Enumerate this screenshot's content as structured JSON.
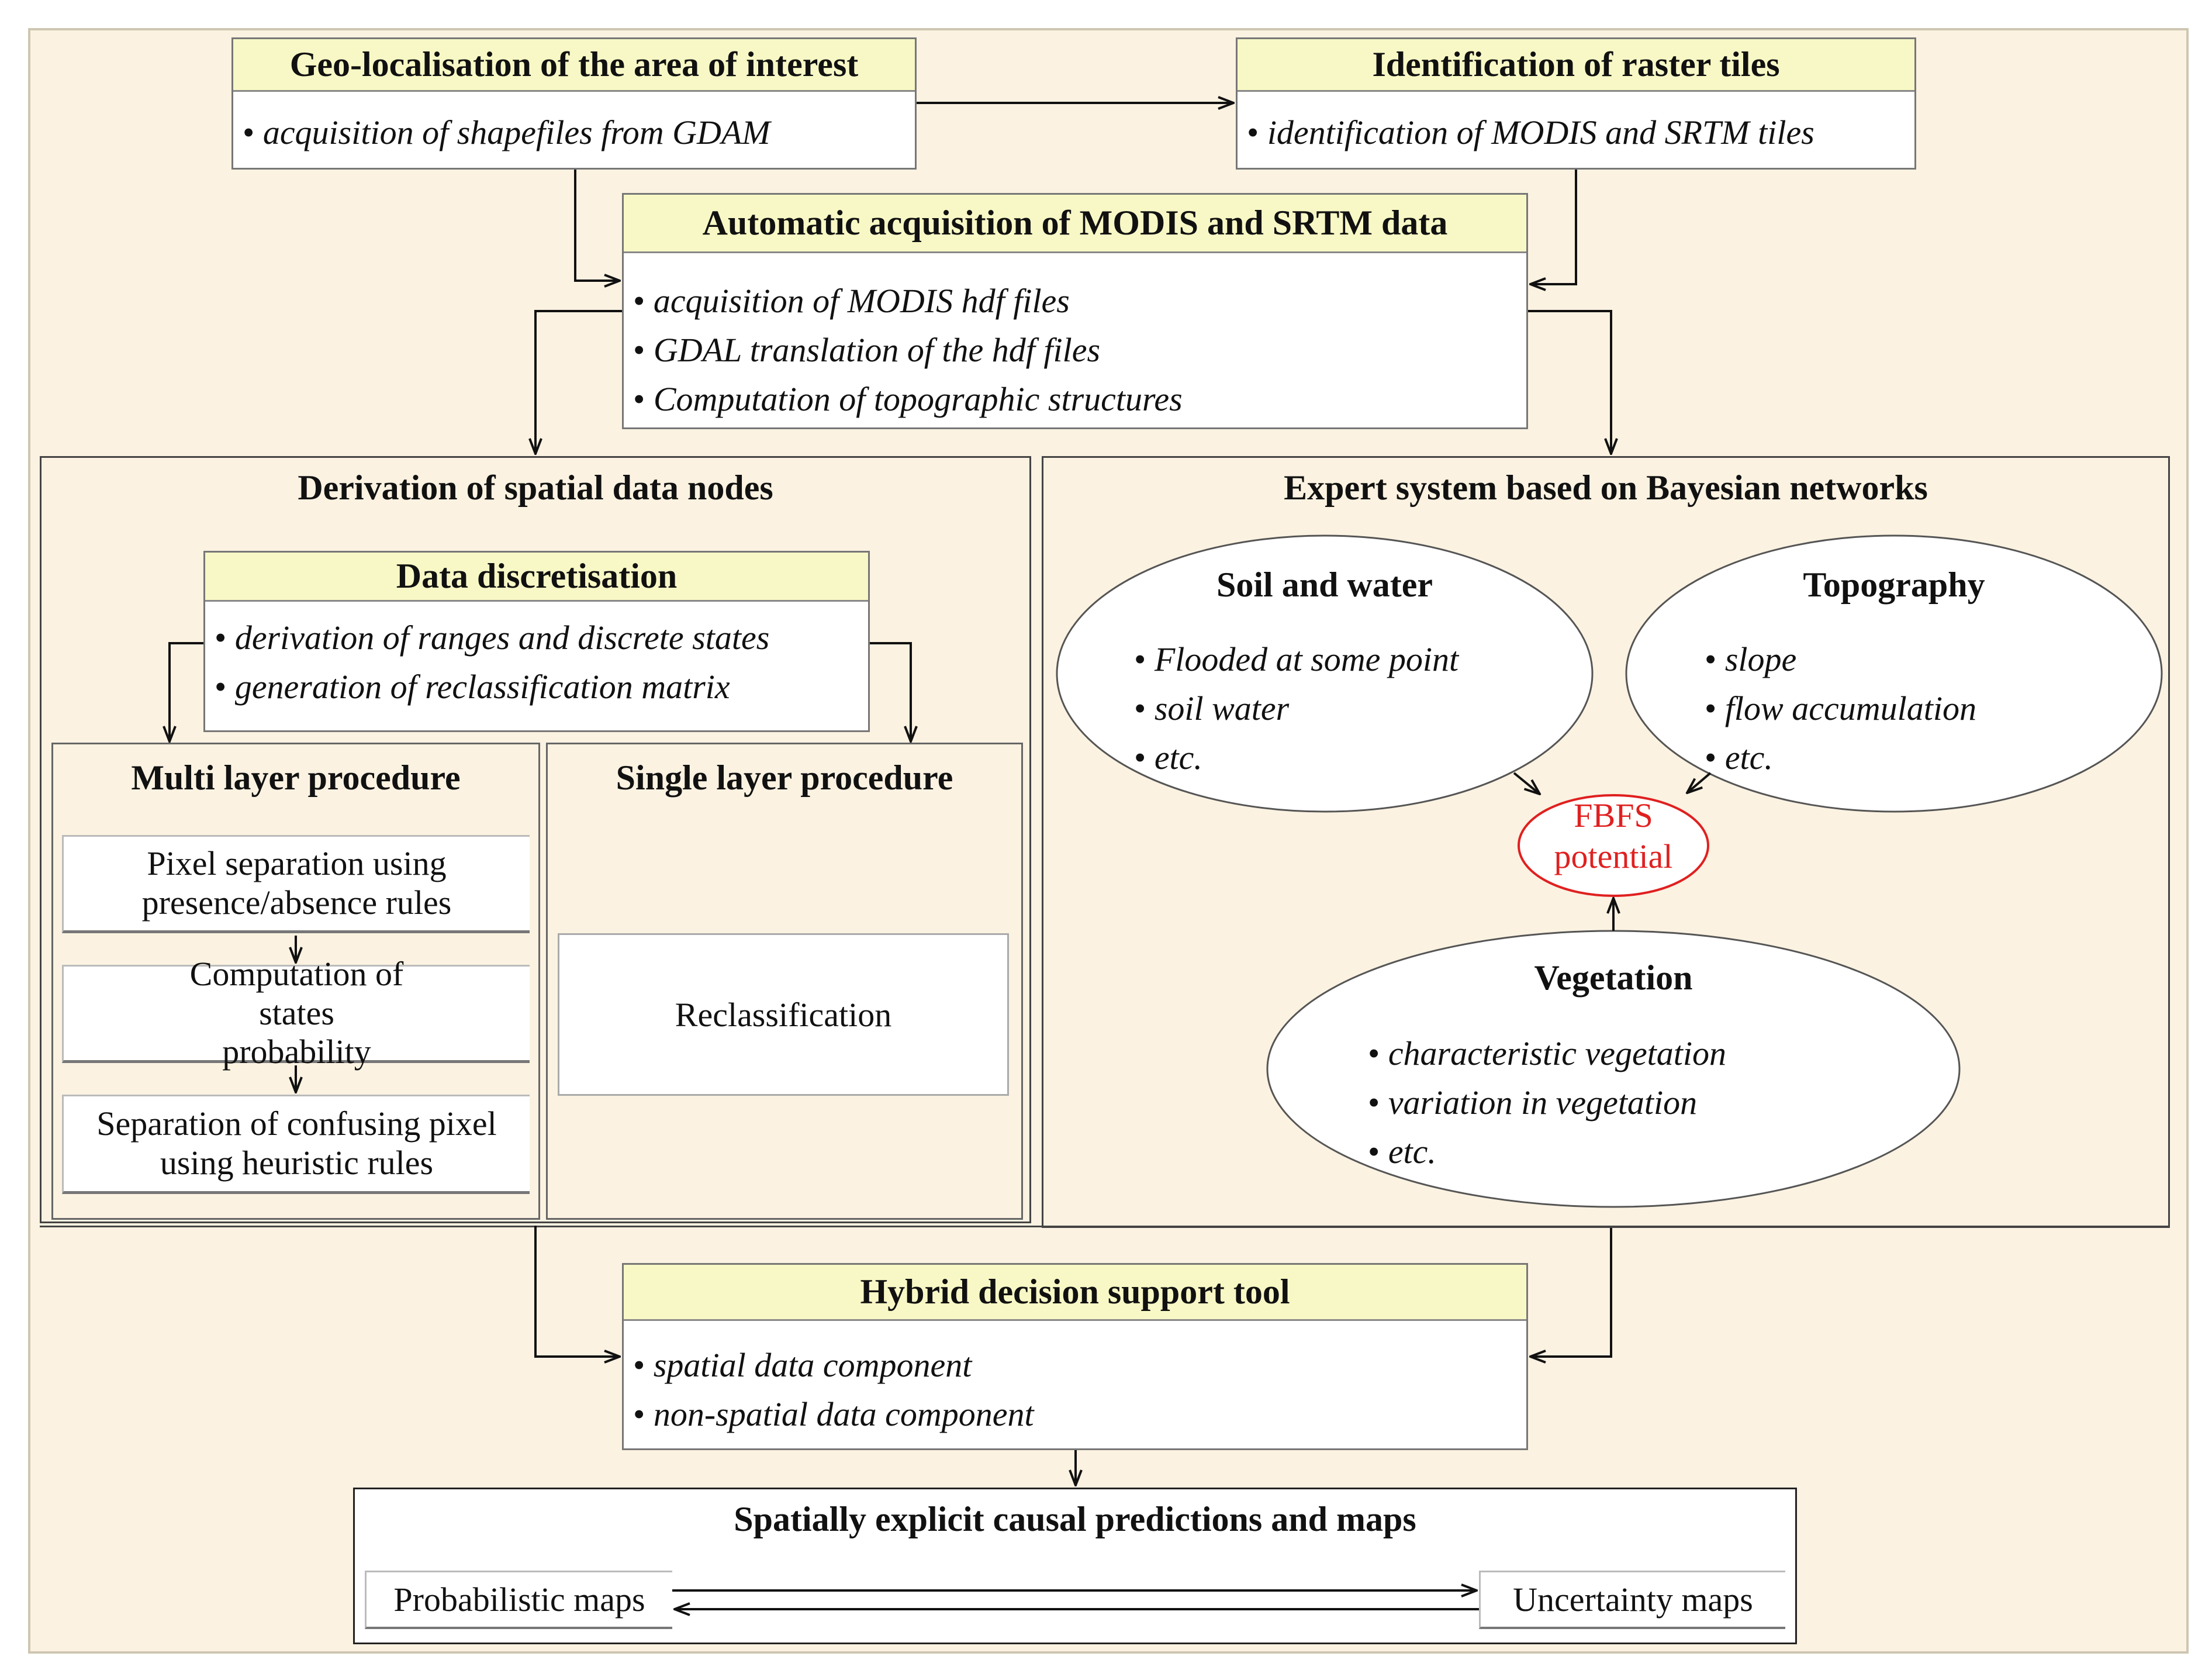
{
  "geo": {
    "title": "Geo-localisation of the area of interest",
    "items": [
      "acquisition of shapefiles from GDAM"
    ]
  },
  "raster": {
    "title": "Identification of raster tiles",
    "items": [
      "identification of MODIS and SRTM tiles"
    ]
  },
  "acq": {
    "title": "Automatic acquisition of MODIS and SRTM data",
    "items": [
      "acquisition of MODIS hdf files",
      "GDAL translation of the hdf files",
      "Computation of topographic structures"
    ]
  },
  "derivation": {
    "title": "Derivation of spatial data nodes"
  },
  "discretisation": {
    "title": "Data discretisation",
    "items": [
      "derivation of ranges and discrete states",
      "generation of reclassification matrix"
    ]
  },
  "multi": {
    "title": "Multi layer procedure",
    "steps": [
      "Pixel separation using presence/absence rules",
      "Computation of states probability",
      "Separation of confusing pixel using heuristic rules"
    ]
  },
  "single": {
    "title": "Single layer procedure",
    "step": "Reclassification"
  },
  "expert": {
    "title": "Expert system based on Bayesian networks"
  },
  "soil": {
    "title": "Soil and water",
    "items": [
      "Flooded at some point",
      "soil water",
      "etc."
    ]
  },
  "topo": {
    "title": "Topography",
    "items": [
      "slope",
      "flow accumulation",
      "etc."
    ]
  },
  "veg": {
    "title": "Vegetation",
    "items": [
      "characteristic vegetation",
      "variation in vegetation",
      "etc."
    ]
  },
  "fbfs": {
    "line1": "FBFS",
    "line2": "potential"
  },
  "hybrid": {
    "title": "Hybrid decision support tool",
    "items": [
      "spatial data component",
      "non-spatial data component"
    ]
  },
  "maps": {
    "title": "Spatially explicit causal predictions and maps",
    "left": "Probabilistic maps",
    "right": "Uncertainty maps"
  },
  "colors": {
    "background": "#fbf2e1",
    "header": "#f8f8c6",
    "fbfs": "#e02020"
  }
}
